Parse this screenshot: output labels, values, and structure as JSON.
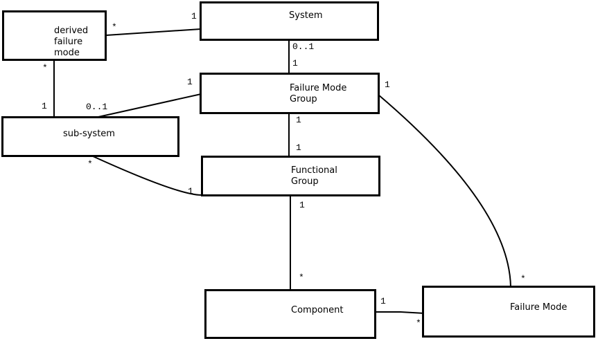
{
  "boxes": [
    {
      "id": "derived-failure-mode",
      "label": "derived\nfailure\nmode"
    },
    {
      "id": "system",
      "label": "System"
    },
    {
      "id": "failure-mode-group",
      "label": "Failure Mode\nGroup"
    },
    {
      "id": "sub-system",
      "label": "sub-system"
    },
    {
      "id": "functional-group",
      "label": "Functional\nGroup"
    },
    {
      "id": "component",
      "label": "Component"
    },
    {
      "id": "failure-mode",
      "label": "Failure Mode"
    }
  ],
  "connections": [
    {
      "source": "derived failure mode",
      "target": "System",
      "source_mult": "*",
      "target_mult": "1"
    },
    {
      "source": "derived failure mode",
      "target": "sub-system",
      "source_mult": "*",
      "target_mult": "1"
    },
    {
      "source": "sub-system",
      "target": "Failure Mode Group",
      "source_mult": "0..1",
      "target_mult": "1"
    },
    {
      "source": "System",
      "target": "Failure Mode Group",
      "source_mult": "0..1",
      "target_mult": "1"
    },
    {
      "source": "Failure Mode Group",
      "target": "Functional Group",
      "source_mult": "1",
      "target_mult": "1"
    },
    {
      "source": "sub-system",
      "target": "Functional Group",
      "source_mult": "*",
      "target_mult": "1"
    },
    {
      "source": "Functional Group",
      "target": "Component",
      "source_mult": "1",
      "target_mult": "*"
    },
    {
      "source": "Component",
      "target": "Failure Mode",
      "source_mult": "1",
      "target_mult": "*"
    },
    {
      "source": "Failure Mode Group",
      "target": "Failure Mode",
      "source_mult": "1",
      "target_mult": "*"
    }
  ],
  "colors": {
    "line": "#000000",
    "background": "#ffffff",
    "text": "#000000"
  }
}
